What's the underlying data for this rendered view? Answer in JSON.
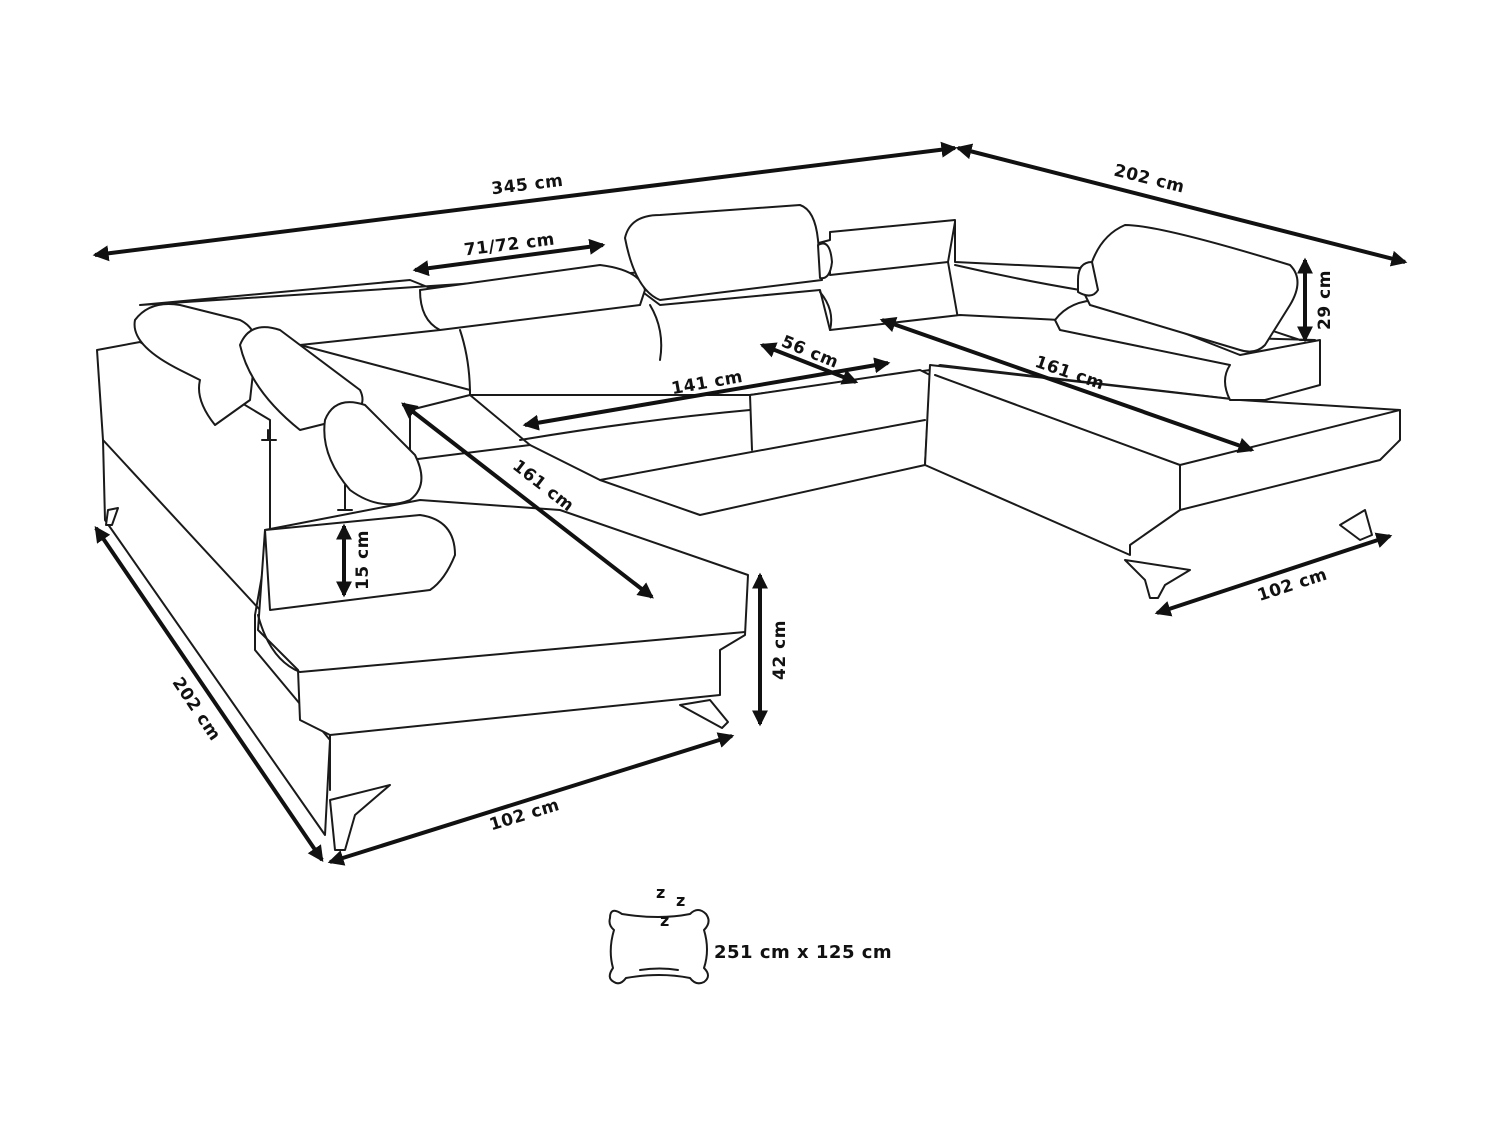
{
  "dimensions": {
    "total_width": "345 cm",
    "right_depth": "202 cm",
    "headrest_width": "71/72 cm",
    "headrest_height": "29 cm",
    "seat_depth": "56 cm",
    "middle_seat_width": "141 cm",
    "left_chaise_length": "161 cm",
    "right_chaise_length": "161 cm",
    "armrest_height": "15 cm",
    "seat_height": "42 cm",
    "left_depth": "202 cm",
    "left_chaise_width": "102 cm",
    "right_chaise_width": "102 cm"
  },
  "sleeping_area": {
    "icon": "pillow-sleep-icon",
    "snore": [
      "z",
      "z",
      "z"
    ],
    "size": "251 cm x 125 cm"
  }
}
